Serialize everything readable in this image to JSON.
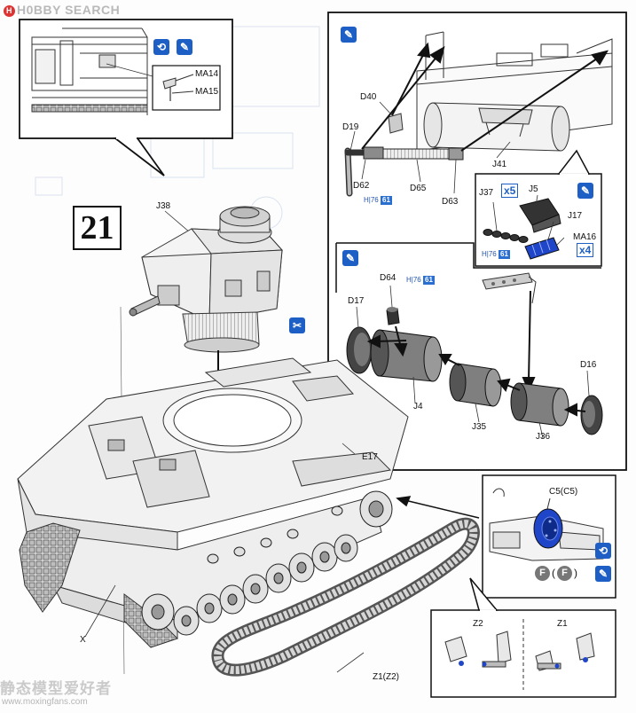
{
  "brand": {
    "logo_letter": "H",
    "name": "H0BBY SEARCH"
  },
  "step_number": "21",
  "labels": {
    "ma14": "MA14",
    "ma15": "MA15",
    "j38": "J38",
    "d40": "D40",
    "d19": "D19",
    "d62": "D62",
    "d65": "D65",
    "d63": "D63",
    "j41": "J41",
    "j37": "J37",
    "j5": "J5",
    "j17": "J17",
    "ma16": "MA16",
    "d64": "D64",
    "d17": "D17",
    "d16": "D16",
    "j4": "J4",
    "j35": "J35",
    "j36": "J36",
    "e17": "E17",
    "x": "X",
    "c5": "C5(C5)",
    "z2": "Z2",
    "z1": "Z1",
    "z1z2": "Z1(Z2)"
  },
  "paint_tags": {
    "hose": {
      "prefix": "H",
      "code1": "76",
      "code2": "61"
    },
    "jack": {
      "prefix": "H",
      "code1": "76",
      "code2": "61"
    },
    "d64": {
      "prefix": "H",
      "code1": "76",
      "code2": "61"
    }
  },
  "quantities": {
    "j37": "x5",
    "j17": "x4"
  },
  "option_buttons": {
    "f1": "F",
    "f2": "F"
  },
  "icons": {
    "cement": "glue-bottle-icon",
    "rotate": "rotate-icon",
    "remove": "cut-remove-icon"
  },
  "colors": {
    "accent_blue": "#1d5fc4",
    "wheel_blue": "#1f46c8",
    "line": "#111111"
  },
  "watermark": {
    "text": "静态模型爱好者",
    "url": "www.moxingfans.com"
  }
}
